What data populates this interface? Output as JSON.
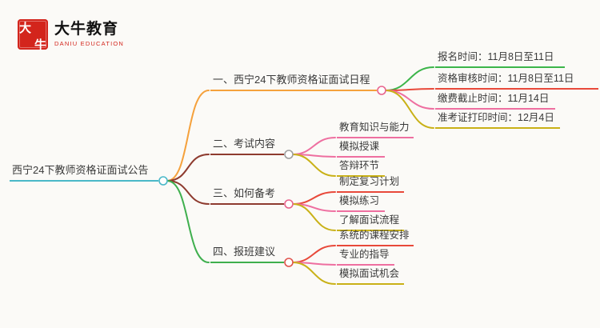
{
  "logo": {
    "seal_char_1": "大",
    "seal_char_2": "牛",
    "title": "大牛教育",
    "subtitle": "DANIU EDUCATION",
    "seal_color": "#d3251c"
  },
  "mindmap": {
    "root": {
      "label": "西宁24下教师资格证面试公告",
      "color": "#4ab8c8",
      "circle_color": "#4ab8c8"
    },
    "branches": [
      {
        "label": "一、西宁24下教师资格证面试日程",
        "color": "#f5a13c",
        "circle_color": "#e8638c",
        "children": [
          {
            "label": "报名时间：11月8日至11日",
            "color": "#3cb54a"
          },
          {
            "label": "资格审核时间：11月8日至11日",
            "color": "#e8493a"
          },
          {
            "label": "缴费截止时间：11月14日",
            "color": "#ee6fa0"
          },
          {
            "label": "准考证打印时间：12月4日",
            "color": "#c9b117"
          }
        ]
      },
      {
        "label": "二、考试内容",
        "color": "#8e3b2f",
        "circle_color": "#9e9e9e",
        "children": [
          {
            "label": "教育知识与能力",
            "color": "#ee6fa0"
          },
          {
            "label": "模拟授课",
            "color": "#ee6fa0"
          },
          {
            "label": "答辩环节",
            "color": "#c9b117"
          }
        ]
      },
      {
        "label": "三、如何备考",
        "color": "#8e3b2f",
        "circle_color": "#e8638c",
        "children": [
          {
            "label": "制定复习计划",
            "color": "#e8493a"
          },
          {
            "label": "模拟练习",
            "color": "#ee6fa0"
          },
          {
            "label": "了解面试流程",
            "color": "#c9b117"
          }
        ]
      },
      {
        "label": "四、报班建议",
        "color": "#3faf4e",
        "circle_color": "#e0524b",
        "children": [
          {
            "label": "系统的课程安排",
            "color": "#e8493a"
          },
          {
            "label": "专业的指导",
            "color": "#ee6fa0"
          },
          {
            "label": "模拟面试机会",
            "color": "#c9b117"
          }
        ]
      }
    ]
  }
}
